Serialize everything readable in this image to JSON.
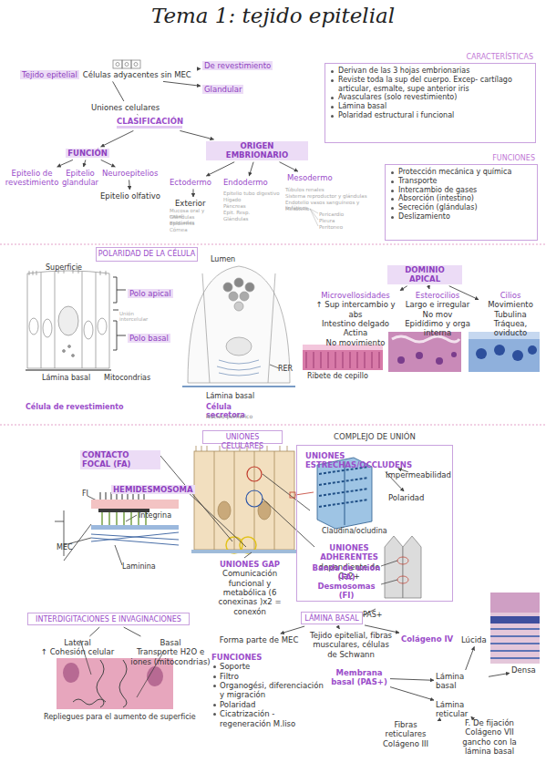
{
  "diagram": {
    "title": "Tema 1: tejido epitelial",
    "nodes": [
      {
        "text": [
          "Tejido epitelial",
          "Células adyacentes sin MEC"
        ]
      },
      {
        "text": [
          "De revestimiento"
        ]
      },
      {
        "text": [
          "Glandular"
        ]
      },
      {
        "text": [
          "Uniones celulares"
        ]
      },
      {
        "text": [
          "CLASIFICACIÓN"
        ]
      },
      {
        "text": [
          "FUNCIÓN"
        ]
      },
      {
        "text": [
          "ORIGEN EMBRIONARIO"
        ]
      },
      {
        "text": [
          "Epitelio de revestimiento"
        ]
      },
      {
        "text": [
          "Epitelio glandular"
        ]
      },
      {
        "text": [
          "Neuroepitelios"
        ]
      },
      {
        "text": [
          "Epitelio olfativo"
        ]
      },
      {
        "text": [
          "Ectodermo"
        ]
      },
      {
        "text": [
          "Exterior"
        ]
      },
      {
        "text": [
          "Endodermo"
        ]
      },
      {
        "text": [
          "Mesodermo"
        ]
      },
      {
        "text": [
          "CARACTERÍSTICAS",
          "Derivan de las 3 hojas embrionarias",
          "Reviste toda la sup del cuerpo. Excep- cartílago articular, esmalte, supe anterior iris",
          "Avasculares (solo revestimiento)",
          "Lámina basal",
          "Polaridad estructural i funcional"
        ]
      },
      {
        "text": [
          "FUNCIONES",
          "Protección mecánica y química",
          "Transporte",
          "Intercambio de gases",
          "Absorción (intestino)",
          "Secreción (glándulas)",
          "Deslizamiento"
        ]
      },
      {
        "text": [
          "POLARIDAD DE LA CÉLULA"
        ]
      },
      {
        "text": [
          "Polo apical"
        ]
      },
      {
        "text": [
          "Polo basal"
        ]
      },
      {
        "text": [
          "DOMINIO APICAL"
        ]
      },
      {
        "text": [
          "Microvellosidades",
          "↑ Sup intercambio y abs",
          "Intestino delgado",
          "Actina",
          "No movimiento"
        ]
      },
      {
        "text": [
          "Esterocilios",
          "Largo e irregular",
          "No mov",
          "Epidídimo y orga interna"
        ]
      },
      {
        "text": [
          "Cilios",
          "Movimiento",
          "Tubulina",
          "Tráquea, oviducto"
        ]
      },
      {
        "text": [
          "UNIONES CELULARES"
        ]
      },
      {
        "text": [
          "CONTACTO FOCAL (FA)"
        ]
      },
      {
        "text": [
          "HEMIDESMOSOMA"
        ]
      },
      {
        "text": [
          "UNIONES GAP",
          "Comunicación funcional y metabólica (6 conexinas )x2 = conexón"
        ]
      },
      {
        "text": [
          "COMPLEJO DE UNIÓN"
        ]
      },
      {
        "text": [
          "UNIONES ESTRECHAS/OCCLUDENS"
        ],
        "in": 28
      },
      {
        "text": [
          "Impermeabilidad"
        ],
        "in": 28
      },
      {
        "text": [
          "Polaridad"
        ],
        "in": 28
      },
      {
        "text": [
          "UNIONES ADHERENTES",
          "dependiente de Ca2+"
        ],
        "in": 28
      },
      {
        "text": [
          "Banda de unión (FA)"
        ],
        "in": 28
      },
      {
        "text": [
          "Desmosomas (FI)"
        ],
        "in": 28
      },
      {
        "text": [
          "INTERDIGITACIONES E INVAGINACIONES"
        ]
      },
      {
        "text": [
          "Lateral",
          "↑ Cohesión celular"
        ]
      },
      {
        "text": [
          "Basal",
          "Transporte H2O e iones (mitocondrias)"
        ]
      },
      {
        "text": [
          "LÁMINA BASAL"
        ]
      },
      {
        "text": [
          "Forma parte de MEC"
        ]
      },
      {
        "text": [
          "Tejido epitelial, fibras musculares, células de Schwann"
        ]
      },
      {
        "text": [
          "Colágeno IV"
        ]
      },
      {
        "text": [
          "FUNCIONES",
          "Soporte",
          "Filtro",
          "Organogési, diferenciación y migración",
          "Polaridad",
          "Cicatrización - regeneración M.liso"
        ]
      },
      {
        "text": [
          "Lúcida"
        ]
      },
      {
        "text": [
          "Membrana basal (PAS+)"
        ]
      },
      {
        "text": [
          "Lámina basal"
        ]
      },
      {
        "text": [
          "Densa"
        ]
      },
      {
        "text": [
          "Lámina reticular"
        ]
      },
      {
        "text": [
          "Fibras reticulares",
          "Colágeno III"
        ]
      },
      {
        "text": [
          "F. De fijación",
          "Colágeno VII",
          "gancho con la lámina basal"
        ]
      }
    ],
    "edges": [
      {
        "from": 0,
        "to": 1,
        "arrow": "to"
      },
      {
        "from": 0,
        "to": 2,
        "arrow": "to"
      },
      {
        "from": 0,
        "to": 3,
        "arrow": "none"
      },
      {
        "from": 3,
        "to": 4,
        "arrow": "none"
      },
      {
        "from": 4,
        "to": 5,
        "arrow": "to"
      },
      {
        "from": 4,
        "to": 6,
        "arrow": "to"
      },
      {
        "from": 5,
        "to": 7,
        "arrow": "to"
      },
      {
        "from": 5,
        "to": 8,
        "arrow": "to"
      },
      {
        "from": 5,
        "to": 9,
        "arrow": "to"
      },
      {
        "from": 9,
        "to": 10,
        "arrow": "to"
      },
      {
        "from": 6,
        "to": 11,
        "arrow": "to"
      },
      {
        "from": 6,
        "to": 13,
        "arrow": "to"
      },
      {
        "from": 6,
        "to": 14,
        "arrow": "to"
      },
      {
        "from": 11,
        "to": 12,
        "arrow": "to"
      },
      {
        "from": 20,
        "to": 21,
        "arrow": "to"
      },
      {
        "from": 20,
        "to": 22,
        "arrow": "to"
      },
      {
        "from": 20,
        "to": 23,
        "arrow": "to"
      },
      {
        "from": 29,
        "to": 30,
        "arrow": "to"
      },
      {
        "from": 29,
        "to": 31,
        "arrow": "to"
      },
      {
        "from": 35,
        "to": 36,
        "arrow": "none"
      },
      {
        "from": 35,
        "to": 37,
        "arrow": "none"
      },
      {
        "from": 38,
        "to": 39,
        "arrow": "to"
      },
      {
        "from": 38,
        "to": 40,
        "arrow": "to"
      },
      {
        "from": 38,
        "to": 41,
        "arrow": "to"
      },
      {
        "from": 44,
        "to": 45,
        "arrow": "to"
      },
      {
        "from": 44,
        "to": 47,
        "arrow": "to"
      },
      {
        "from": 45,
        "to": 43,
        "arrow": "to"
      },
      {
        "from": 45,
        "to": 46,
        "arrow": "to"
      },
      {
        "from": 47,
        "to": 48,
        "arrow": "to"
      },
      {
        "from": 47,
        "to": 49,
        "arrow": "to"
      }
    ],
    "labels": [
      "Mucosa oral y nasal",
      "Glándulas asociadas",
      "Epidermis",
      "Córnea",
      "Epitelio tubo digestivo",
      "Hígado",
      "Páncreas",
      "Epit. Resp.",
      "Glándulas",
      "Túbulos renales",
      "Sistema reproductor y glándulas",
      "Endotelio vasos sanguíneos y linfáticos",
      "Mesotelio",
      "Pericardio",
      "Pleura",
      "Peritoneo",
      "Superficie",
      "Lumen",
      "Unión intercelular",
      "Lámina basal",
      "Mitocondrias",
      "Célula de revestimiento",
      "Lámina basal",
      "Célula secretora",
      "Núcleo periférico",
      "RER",
      "Ribete de cepillo",
      "FI",
      "Integrina",
      "MEC",
      "Laminina",
      "Claudina/ocludina",
      "PAS+",
      "Repliegues para el aumento de superficie"
    ]
  }
}
